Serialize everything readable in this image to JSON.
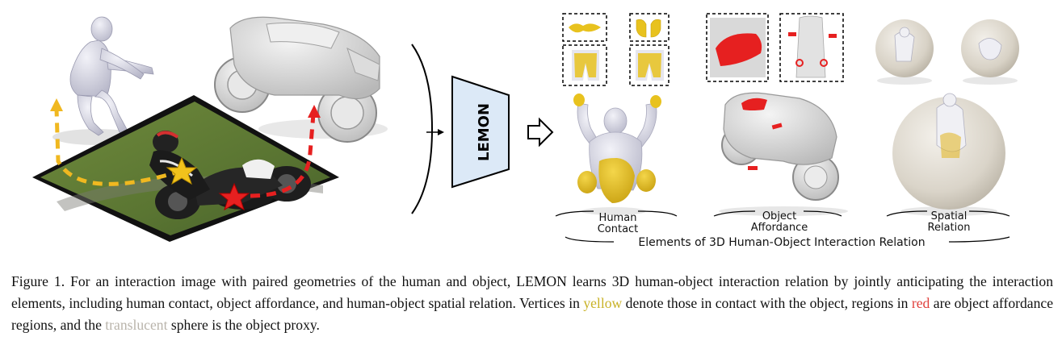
{
  "figure": {
    "model_name": "LEMON",
    "labels": {
      "human_contact_line1": "Human",
      "human_contact_line2": "Contact",
      "object_affordance_line1": "Object",
      "object_affordance_line2": "Affordance",
      "spatial_relation_line1": "Spatial",
      "spatial_relation_line2": "Relation",
      "elements_title": "Elements of 3D Human-Object Interaction Relation"
    },
    "colors": {
      "contact_yellow": "#e8c21e",
      "affordance_red": "#e62020",
      "proxy_translucent": "#d8d2c6",
      "lemon_box_fill": "#dce9f7"
    }
  },
  "caption": {
    "prefix": "Figure 1. For an interaction image with paired geometries of the human and object, LEMON learns 3D human-object interaction relation by jointly anticipating the interaction elements, including human contact, object affordance, and human-object spatial relation. Vertices in ",
    "word_yellow": "yellow",
    "middle1": " denote those in contact with the object, regions in ",
    "word_red": "red",
    "middle2": " are object affordance regions, and the ",
    "word_translucent": "translucent",
    "suffix": " sphere is the object proxy."
  }
}
